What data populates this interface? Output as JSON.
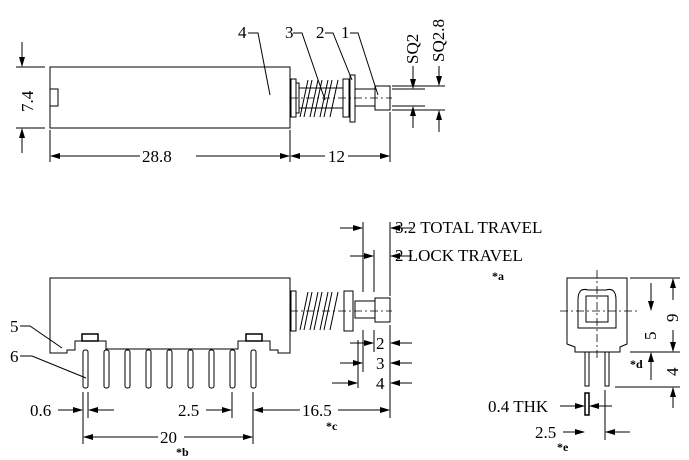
{
  "top_view": {
    "labels": [
      "1",
      "2",
      "3",
      "4"
    ],
    "height_dim": "7.4",
    "body_length_dim": "28.8",
    "plunger_length_dim": "12",
    "sq_small": "SQ2",
    "sq_large": "SQ2.8"
  },
  "front_view": {
    "labels": [
      "5",
      "6"
    ],
    "total_travel": "3.2 TOTAL TRAVEL",
    "lock_travel": "2 LOCK TRAVEL",
    "note_a": "*a",
    "travel_dims": [
      "2",
      "3",
      "4"
    ],
    "pin_width": "0.6",
    "pin_pitch": "2.5",
    "plunger_offset": "16.5",
    "note_c": "*c",
    "pin_span": "20",
    "note_b": "*b"
  },
  "side_view": {
    "dim_5": "5",
    "dim_9": "9",
    "dim_4": "4",
    "note_d": "*d",
    "thickness": "0.4 THK",
    "row_pitch": "2.5",
    "note_e": "*e"
  }
}
